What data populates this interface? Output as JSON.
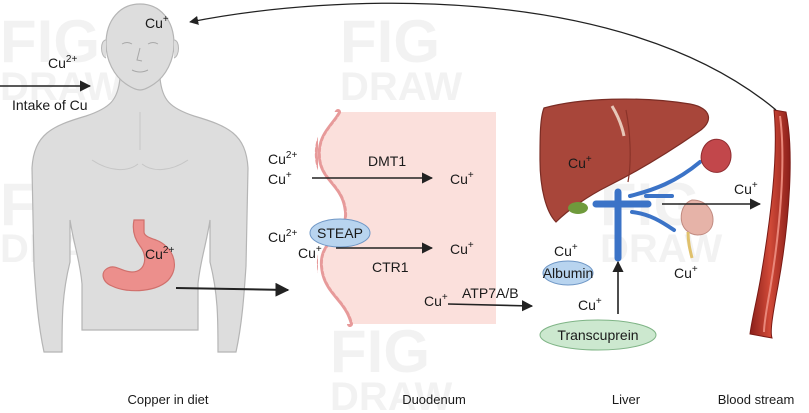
{
  "labels": {
    "cu_plus": "Cu+",
    "cu_2plus": "Cu2+",
    "intake": "Intake of Cu",
    "dmt1": "DMT1",
    "steap": "STEAP",
    "ctr1": "CTR1",
    "atp7ab": "ATP7A/B",
    "albumin": "Albumin",
    "transcuprein": "Transcuprein"
  },
  "captions": {
    "diet": "Copper in diet",
    "duodenum": "Duodenum",
    "liver": "Liver",
    "blood": "Blood stream"
  },
  "watermark": [
    "FIG",
    "DRAW"
  ],
  "colors": {
    "body": "#dddddd",
    "body_outline": "#b5b5b5",
    "stomach": "#ec8f8c",
    "duodenum_bg": "#fbe0dc",
    "villi": "#e79a9a",
    "liver": "#a8463a",
    "kidney": "#c2474b",
    "vessel_blue": "#3b73c7",
    "albumin": "#b8d4ef",
    "transcuprein": "#cce8cf",
    "vessel_red": "#b83227"
  }
}
